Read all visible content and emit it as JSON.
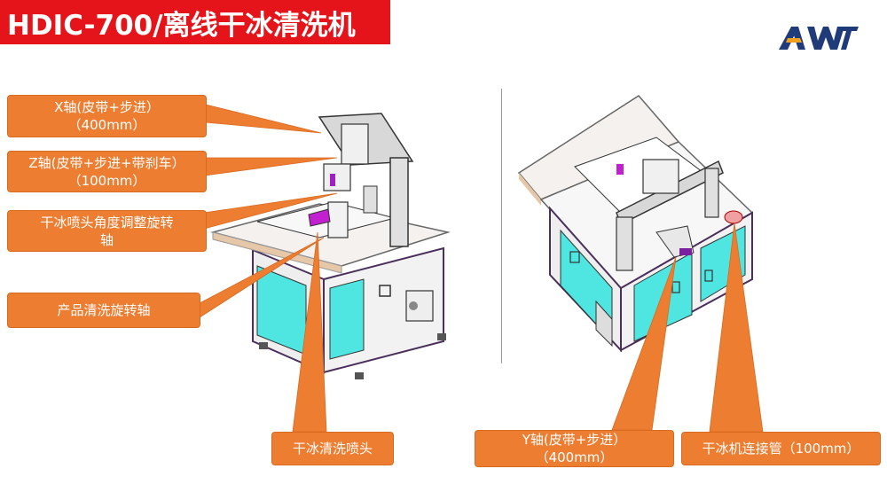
{
  "header": {
    "title": "HDIC-700/离线干冰清洗机"
  },
  "logo": {
    "text": "AWT",
    "color": "#1f3b7a",
    "accent": "#f0a020"
  },
  "colors": {
    "title_bg": "#e5141b",
    "callout": "#ed7d31",
    "panel": "#4fe6e2",
    "frame": "#4a2f5a"
  },
  "callouts": {
    "x_axis": {
      "line1": "X轴(皮带+步进）",
      "line2": "（400mm）"
    },
    "z_axis": {
      "line1": "Z轴(皮带+步进+带刹车）",
      "line2": "（100mm）"
    },
    "nozzle_angle": {
      "line1": "干冰喷头角度调整旋转",
      "line2": "轴"
    },
    "product_rotate": {
      "line1": "产品清洗旋转轴"
    },
    "nozzle": {
      "line1": "干冰清洗喷头"
    },
    "y_axis": {
      "line1": "Y轴(皮带+步进）",
      "line2": "（400mm）"
    },
    "pipe": {
      "line1": "干冰机连接管（100mm）"
    }
  }
}
